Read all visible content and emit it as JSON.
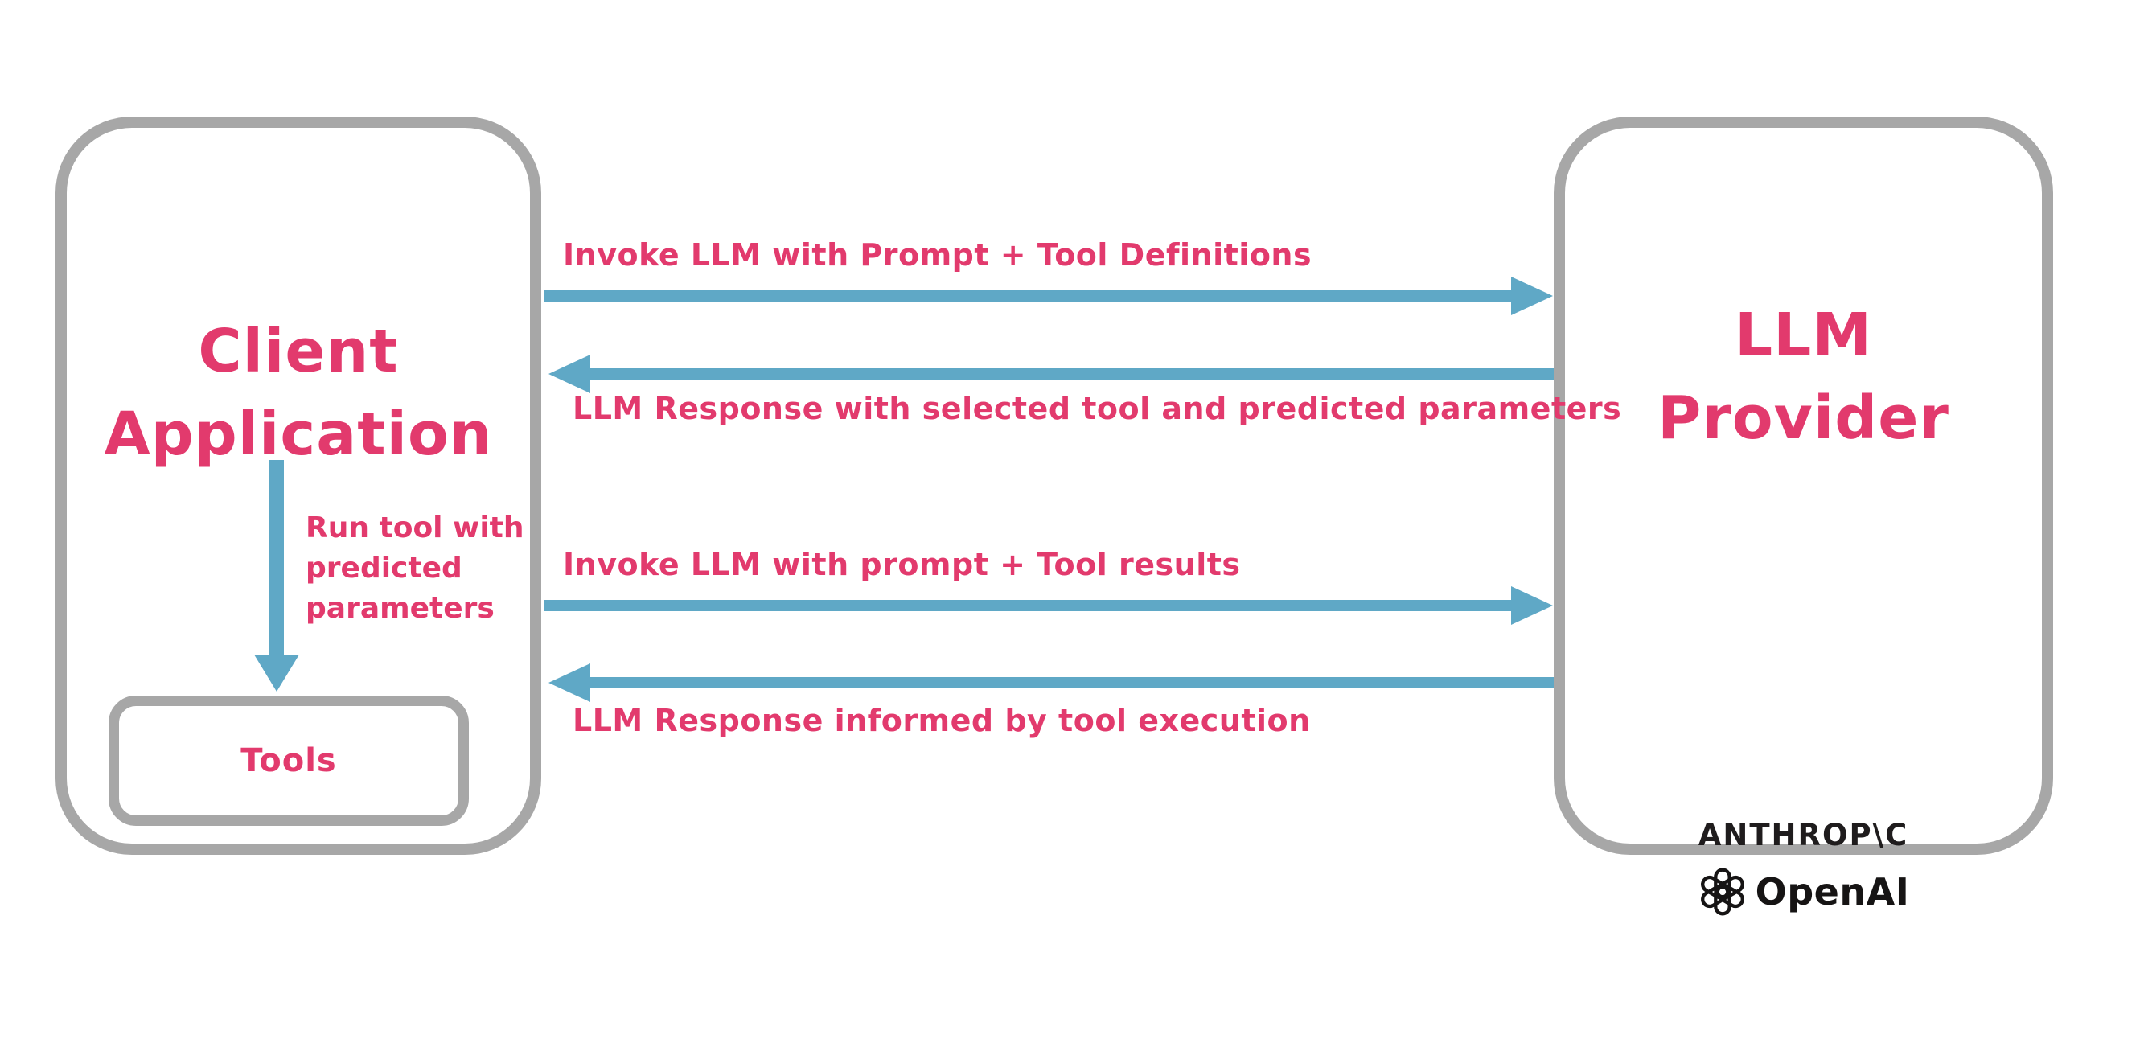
{
  "client_box": {
    "title": "Client\nApplication",
    "run_tool_label": "Run tool with\npredicted\nparameters",
    "tools_label": "Tools"
  },
  "provider_box": {
    "title": "LLM\nProvider",
    "logos": {
      "anthropic": "ANTHROP\\C",
      "openai": "OpenAI",
      "openai_icon": "openai-flower-icon"
    }
  },
  "arrows": [
    {
      "direction": "right",
      "label": "Invoke LLM with Prompt + Tool Definitions"
    },
    {
      "direction": "left",
      "label": "LLM Response with selected tool and predicted parameters"
    },
    {
      "direction": "right",
      "label": "Invoke LLM with prompt + Tool results"
    },
    {
      "direction": "left",
      "label": "LLM Response informed by tool execution"
    }
  ],
  "colors": {
    "accent_pink": "#E23A6D",
    "arrow_blue": "#5FA8C6",
    "border_gray": "#A7A7A7",
    "logo_black": "#1F1C1D",
    "background": "#FFFFFF"
  }
}
